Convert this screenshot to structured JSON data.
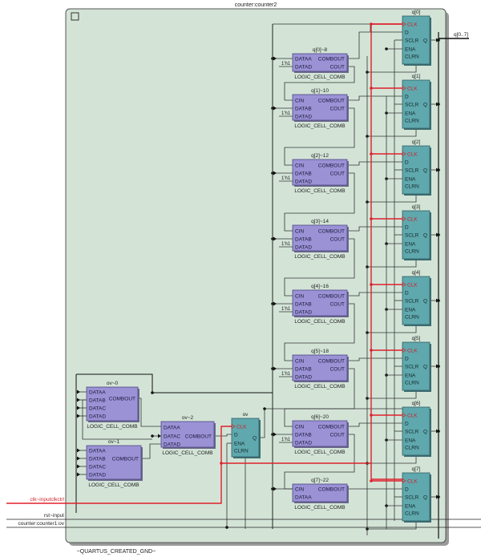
{
  "module": {
    "title": "counter:counter2",
    "gnd_label": "~QUARTUS_CREATED_GND~"
  },
  "colors": {
    "module_fill": "#d3e4d7",
    "module_border": "#555555",
    "lcell_fill": "#9b92d6",
    "ff_fill": "#5fa8ad",
    "clock_wire": "#e0202a",
    "wire": "#333333",
    "clk_text": "#d0202a"
  },
  "inputs": [
    {
      "name": "clk-input-clk",
      "label": "clk~inputclkctrl",
      "is_clock": true
    },
    {
      "name": "rst-input",
      "label": "rst~input",
      "is_clock": false
    },
    {
      "name": "counter1-ov",
      "label": "counter:counter1:ov",
      "is_clock": false
    }
  ],
  "output": {
    "label": "q[0..7]"
  },
  "const_label": "1'h1",
  "chain_cells": [
    {
      "name": "q[0]~8",
      "ports_left": [
        "DATAA",
        "DATAD"
      ],
      "ports_right": [
        "COMBOUT",
        "COUT"
      ],
      "type": "LOGIC_CELL_COMB"
    },
    {
      "name": "q[1]~10",
      "ports_left": [
        "CIN",
        "DATAB",
        "DATAD"
      ],
      "ports_right": [
        "COMBOUT",
        "COUT"
      ],
      "type": "LOGIC_CELL_COMB"
    },
    {
      "name": "q[2]~12",
      "ports_left": [
        "CIN",
        "DATAB",
        "DATAD"
      ],
      "ports_right": [
        "COMBOUT",
        "COUT"
      ],
      "type": "LOGIC_CELL_COMB"
    },
    {
      "name": "q[3]~14",
      "ports_left": [
        "CIN",
        "DATAB",
        "DATAD"
      ],
      "ports_right": [
        "COMBOUT",
        "COUT"
      ],
      "type": "LOGIC_CELL_COMB"
    },
    {
      "name": "q[4]~16",
      "ports_left": [
        "CIN",
        "DATAB",
        "DATAD"
      ],
      "ports_right": [
        "COMBOUT",
        "COUT"
      ],
      "type": "LOGIC_CELL_COMB"
    },
    {
      "name": "q[5]~18",
      "ports_left": [
        "CIN",
        "DATAB",
        "DATAD"
      ],
      "ports_right": [
        "COMBOUT",
        "COUT"
      ],
      "type": "LOGIC_CELL_COMB"
    },
    {
      "name": "q[6]~20",
      "ports_left": [
        "CIN",
        "DATAB",
        "DATAD"
      ],
      "ports_right": [
        "COMBOUT",
        "COUT"
      ],
      "type": "LOGIC_CELL_COMB"
    },
    {
      "name": "q[7]~22",
      "ports_left": [
        "CIN",
        "DATAA"
      ],
      "ports_right": [
        "COMBOUT"
      ],
      "type": "LOGIC_CELL_COMB"
    }
  ],
  "ov_cells": [
    {
      "name": "ov~0",
      "ports_left": [
        "DATAA",
        "DATAB",
        "DATAC",
        "DATAD"
      ],
      "ports_right": [
        "COMBOUT"
      ],
      "type": "LOGIC_CELL_COMB"
    },
    {
      "name": "ov~1",
      "ports_left": [
        "DATAA",
        "DATAB",
        "DATAC",
        "DATAD"
      ],
      "ports_right": [
        "COMBOUT"
      ],
      "type": "LOGIC_CELL_COMB"
    },
    {
      "name": "ov~2",
      "ports_left": [
        "DATAA",
        "DATAC",
        "DATAD"
      ],
      "ports_right": [
        "COMBOUT"
      ],
      "type": "LOGIC_CELL_COMB"
    }
  ],
  "flipflops": [
    {
      "name": "q[0]",
      "ports": [
        "CLK",
        "D",
        "SCLR",
        "ENA",
        "CLRN"
      ],
      "out": "Q"
    },
    {
      "name": "q[1]",
      "ports": [
        "CLK",
        "D",
        "SCLR",
        "ENA",
        "CLRN"
      ],
      "out": "Q"
    },
    {
      "name": "q[2]",
      "ports": [
        "CLK",
        "D",
        "SCLR",
        "ENA",
        "CLRN"
      ],
      "out": "Q"
    },
    {
      "name": "q[3]",
      "ports": [
        "CLK",
        "D",
        "SCLR",
        "ENA",
        "CLRN"
      ],
      "out": "Q"
    },
    {
      "name": "q[4]",
      "ports": [
        "CLK",
        "D",
        "SCLR",
        "ENA",
        "CLRN"
      ],
      "out": "Q"
    },
    {
      "name": "q[5]",
      "ports": [
        "CLK",
        "D",
        "SCLR",
        "ENA",
        "CLRN"
      ],
      "out": "Q"
    },
    {
      "name": "q[6]",
      "ports": [
        "CLK",
        "D",
        "SCLR",
        "ENA",
        "CLRN"
      ],
      "out": "Q"
    },
    {
      "name": "q[7]",
      "ports": [
        "CLK",
        "D",
        "SCLR",
        "ENA",
        "CLRN"
      ],
      "out": "Q"
    }
  ],
  "ov_ff": {
    "name": "ov",
    "ports": [
      "CLK",
      "D",
      "ENA",
      "CLRN"
    ],
    "out": "Q"
  }
}
